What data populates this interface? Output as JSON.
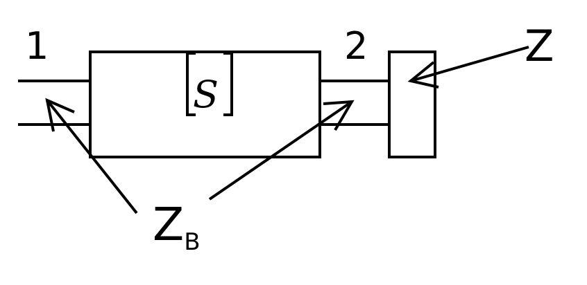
{
  "labels": {
    "port_1": "1",
    "port_2": "2",
    "load": "Z",
    "scattering_matrix": "S",
    "wave_impedance": "Z",
    "wave_impedance_subscript": "B"
  },
  "colors": {
    "line": "#000000",
    "background": "#ffffff"
  }
}
